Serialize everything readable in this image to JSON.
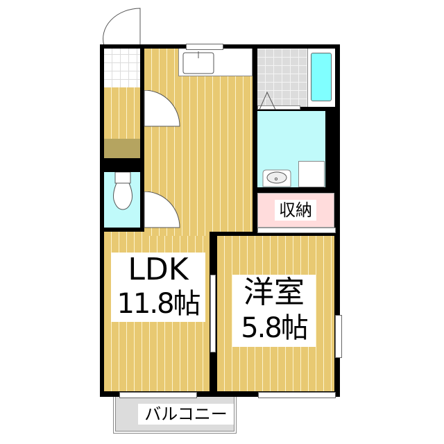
{
  "floorplan": {
    "rooms": {
      "ldk": {
        "name": "LDK",
        "size": "11.8帖"
      },
      "western": {
        "name": "洋室",
        "size": "5.8帖"
      },
      "storage": {
        "name": "収納"
      },
      "balcony": {
        "name": "バルコニー"
      }
    },
    "colors": {
      "wall": "#000000",
      "wood_floor": "#e8c972",
      "wet_area": "#c0fafa",
      "bathtub": "#80ffff",
      "storage": "#ffdcdc",
      "entrance_tile": "#ffffff",
      "bath_tile": "#dcdcdc",
      "shoe_box": "#b5a460",
      "balcony": "#dcdcdc"
    }
  }
}
